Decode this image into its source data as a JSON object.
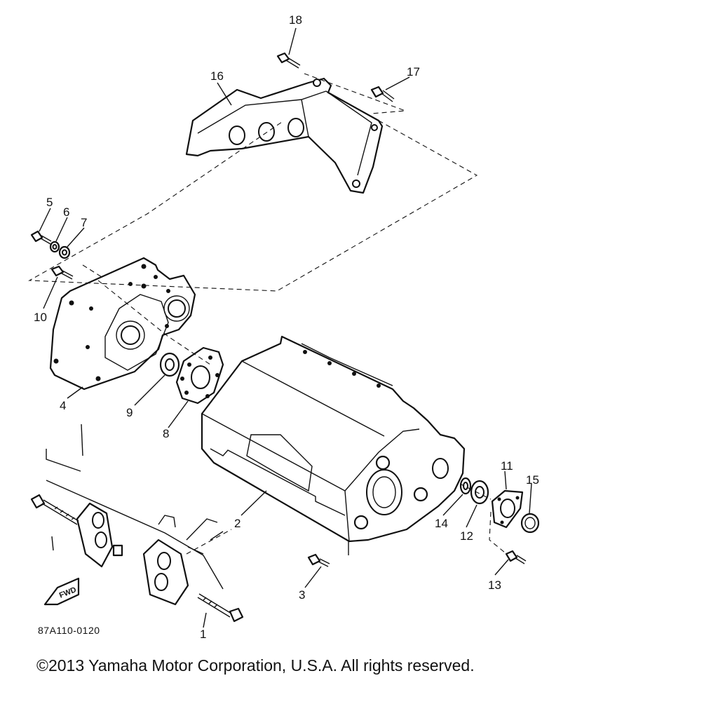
{
  "callouts": [
    {
      "id": "n1",
      "text": "1"
    },
    {
      "id": "n2",
      "text": "2"
    },
    {
      "id": "n3",
      "text": "3"
    },
    {
      "id": "n4",
      "text": "4"
    },
    {
      "id": "n5",
      "text": "5"
    },
    {
      "id": "n6",
      "text": "6"
    },
    {
      "id": "n7",
      "text": "7"
    },
    {
      "id": "n8",
      "text": "8"
    },
    {
      "id": "n9",
      "text": "9"
    },
    {
      "id": "n10",
      "text": "10"
    },
    {
      "id": "n11",
      "text": "11"
    },
    {
      "id": "n12",
      "text": "12"
    },
    {
      "id": "n13",
      "text": "13"
    },
    {
      "id": "n14",
      "text": "14"
    },
    {
      "id": "n15",
      "text": "15"
    },
    {
      "id": "n16",
      "text": "16"
    },
    {
      "id": "n17",
      "text": "17"
    },
    {
      "id": "n18",
      "text": "18"
    }
  ],
  "fwd_label": "FWD",
  "figure_code": "87A110-0120",
  "copyright": "©2013 Yamaha Motor Corporation, U.S.A. All rights reserved."
}
